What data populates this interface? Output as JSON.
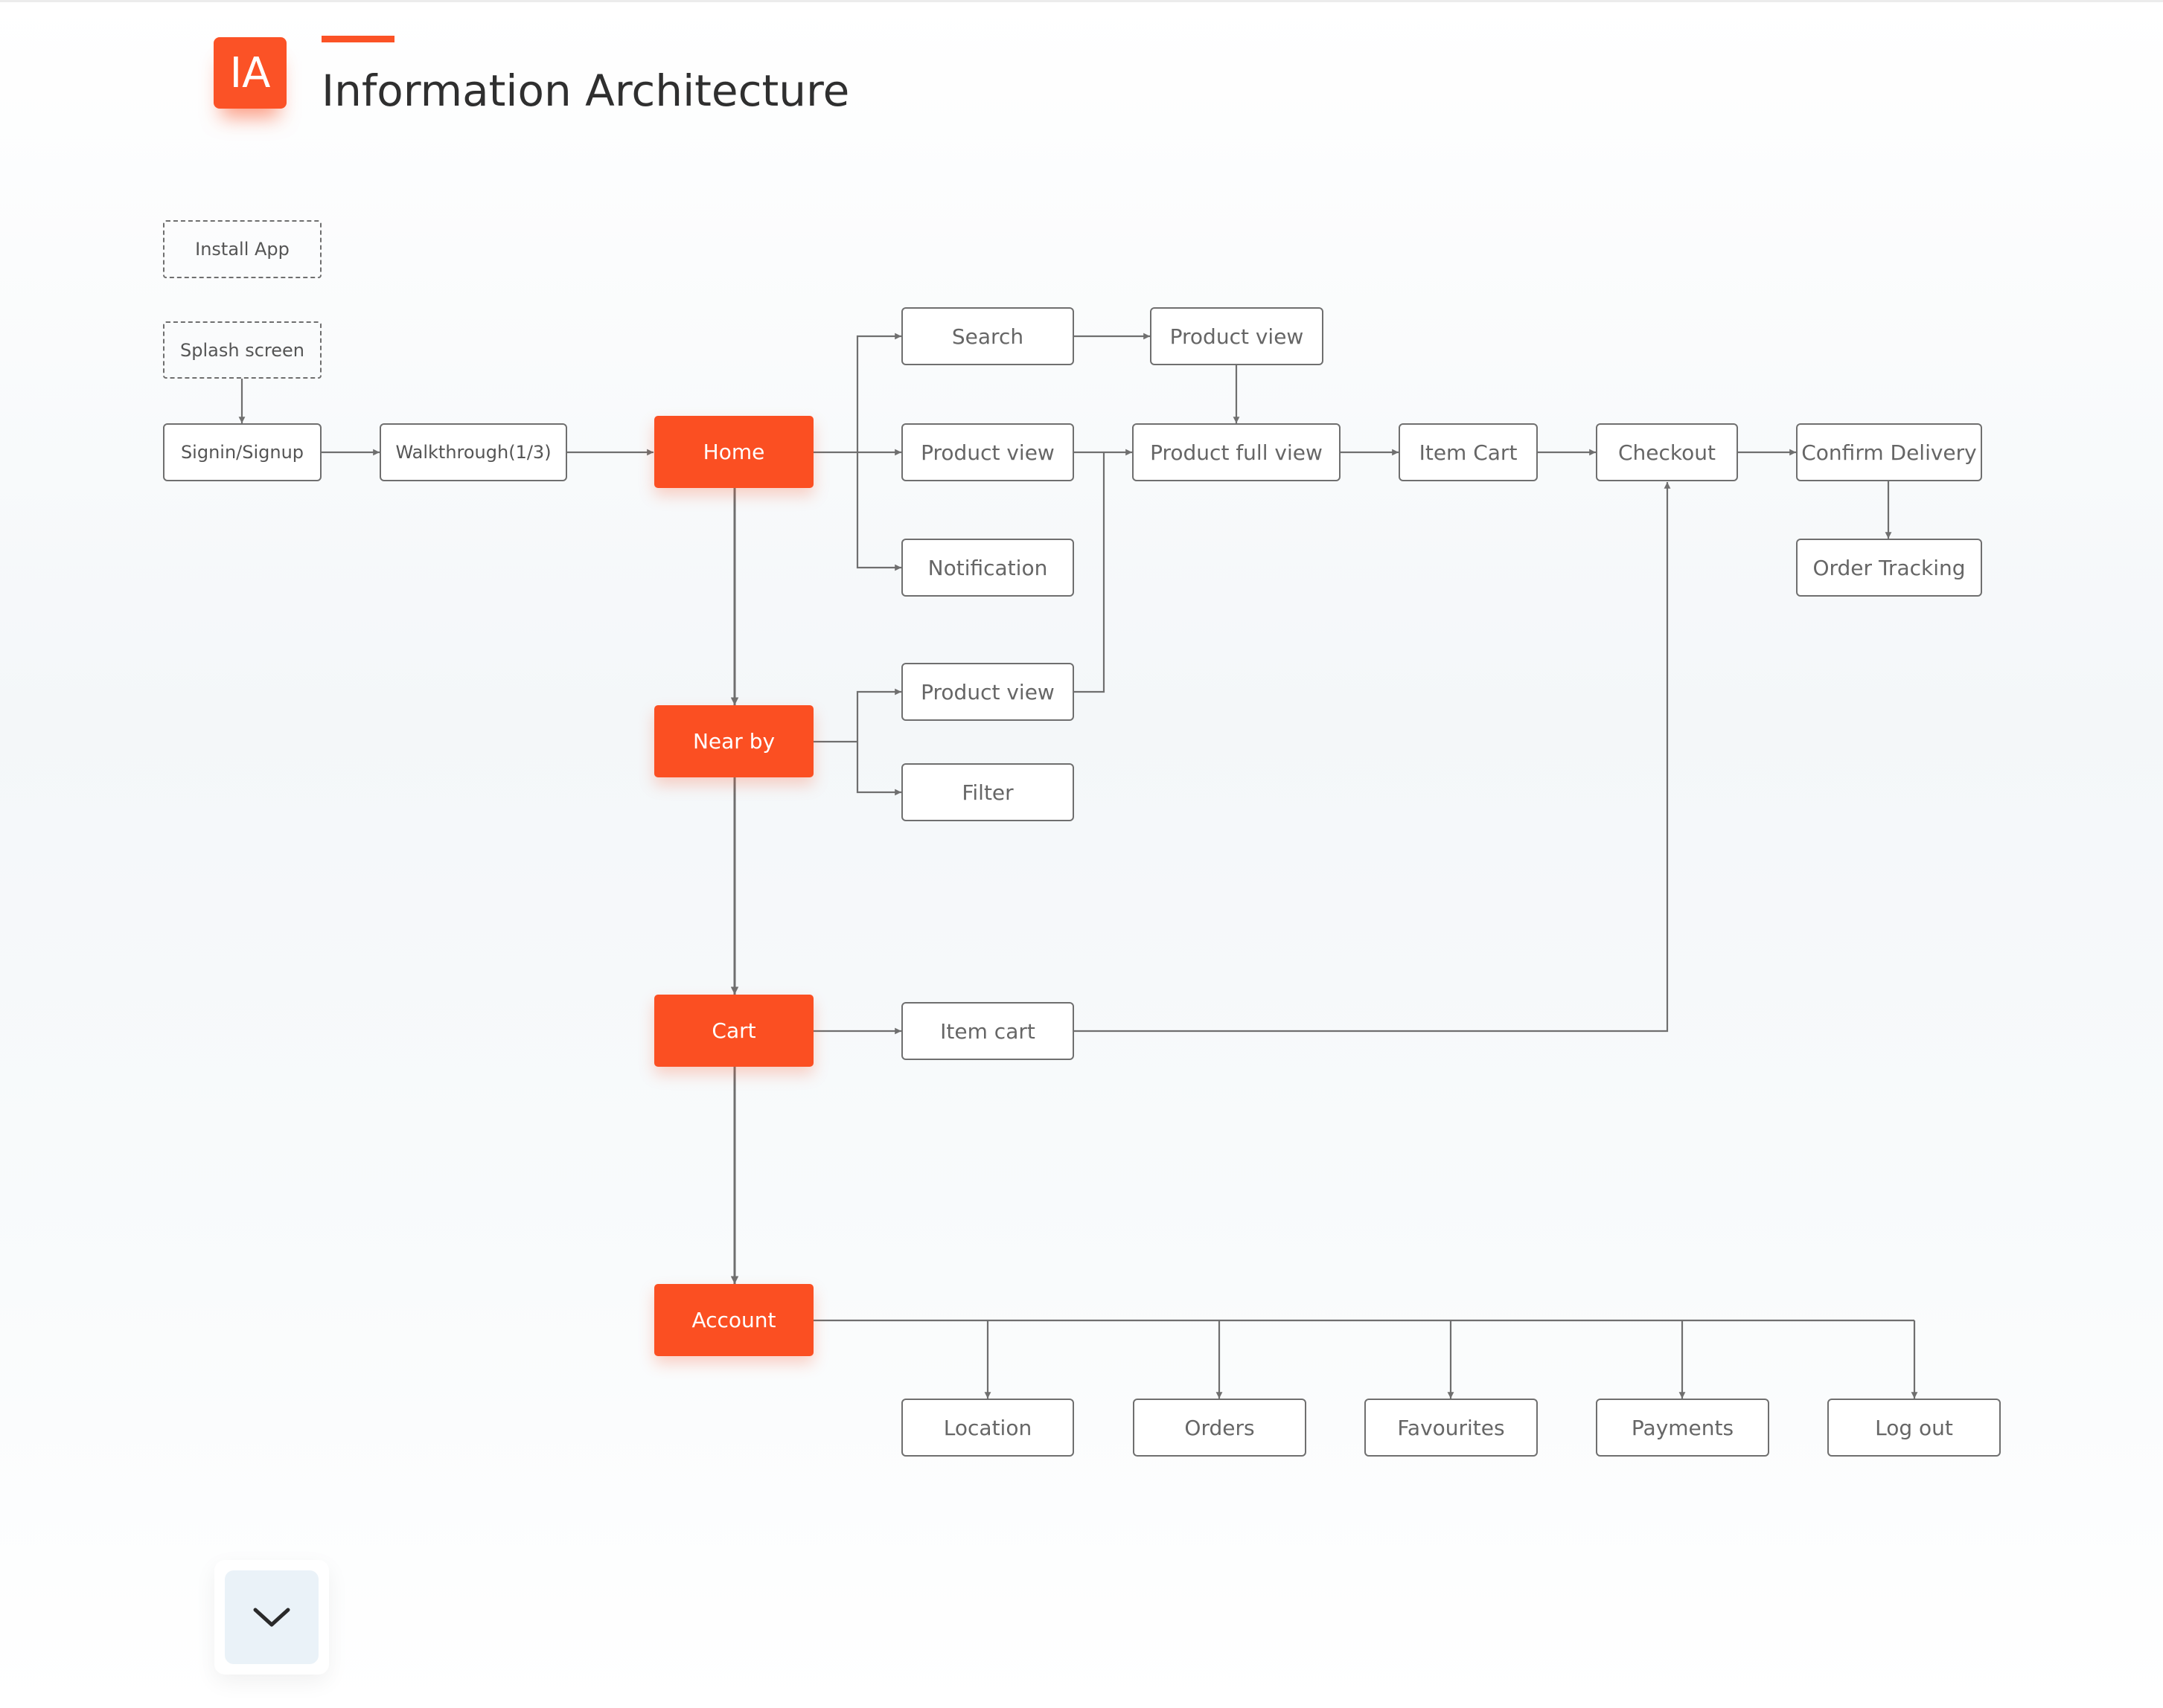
{
  "header": {
    "badge": "IA",
    "title": "Information Architecture"
  },
  "colors": {
    "accent": "#fb5226",
    "line": "#6f6f6f",
    "box_text": "#666666"
  },
  "nodes": {
    "install_app": "Install App",
    "splash_screen": "Splash screen",
    "signin_signup": "Signin/Signup",
    "walkthrough": "Walkthrough(1/3)",
    "home": "Home",
    "search": "Search",
    "product_view_top": "Product view",
    "product_view_home": "Product view",
    "product_full_view": "Product full view",
    "item_cart_top": "Item Cart",
    "checkout": "Checkout",
    "confirm_delivery": "Confirm Delivery",
    "order_tracking": "Order Tracking",
    "notification": "Notification",
    "near_by": "Near by",
    "product_view_nearby": "Product view",
    "filter": "Filter",
    "cart": "Cart",
    "item_cart": "Item cart",
    "account": "Account",
    "location": "Location",
    "orders": "Orders",
    "favourites": "Favourites",
    "payments": "Payments",
    "log_out": "Log out"
  },
  "scroll_control": {
    "icon": "chevron-down-icon"
  }
}
